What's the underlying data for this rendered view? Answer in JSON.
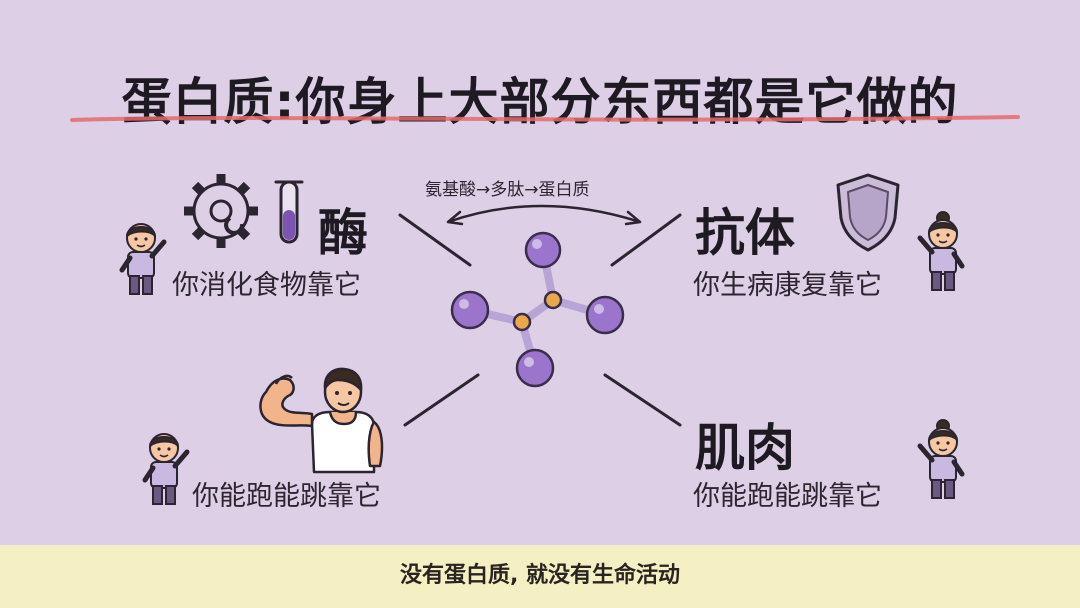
{
  "title": "蛋白质:你身上大部分东西都是它做的",
  "center": {
    "arc_label": "氨基酸→多肽→蛋白质"
  },
  "items": [
    {
      "label": "酶",
      "caption": "你消化食物靠它",
      "icon": "gear-icon"
    },
    {
      "label": "抗体",
      "caption": "你生病康复靠它",
      "icon": "shield-icon"
    },
    {
      "label": "",
      "caption": "你能跑能跳靠它",
      "icon": "flexing-arm-icon"
    },
    {
      "label": "肌肉",
      "caption": "你能跑能跳靠它",
      "icon": "child-waving-icon"
    }
  ],
  "footer": {
    "text": "没有蛋白质, 就没有生命活动"
  },
  "colors": {
    "background": "#dccfe6",
    "molecule_purple": "#9b74cc",
    "molecule_orange": "#eaa84a",
    "underline_red": "#e86a6a",
    "footer_bg": "#f5efc4"
  }
}
